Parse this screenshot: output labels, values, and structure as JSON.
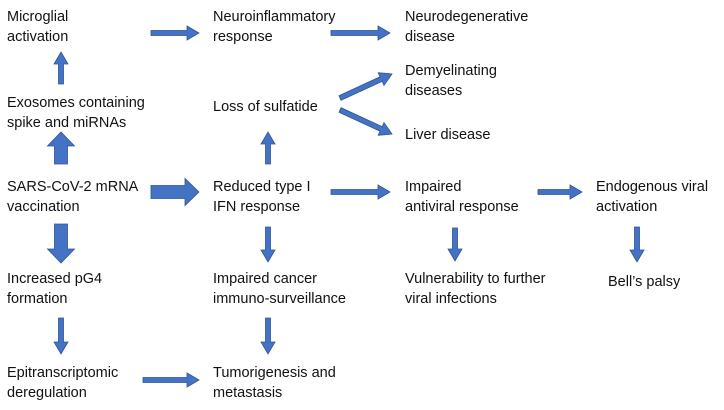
{
  "colors": {
    "arrow": "#4472C4",
    "arrow_outline": "#2F5597",
    "text": "#111111",
    "background": "#FFFFFF"
  },
  "nodes": {
    "microglial_activation": {
      "line1": "Microglial",
      "line2": "activation"
    },
    "neuroinflammatory_response": {
      "line1": "Neuroinflammatory",
      "line2": "response"
    },
    "neurodegenerative_disease": {
      "line1": "Neurodegenerative",
      "line2": "disease"
    },
    "exosomes": {
      "line1": "Exosomes containing",
      "line2": "spike and miRNAs"
    },
    "loss_of_sulfatide": {
      "line1": "Loss of sulfatide"
    },
    "demyelinating_diseases": {
      "line1": "Demyelinating",
      "line2": "diseases"
    },
    "liver_disease": {
      "line1": "Liver disease"
    },
    "vaccination": {
      "line1": "SARS-CoV-2 mRNA",
      "line2": "vaccination"
    },
    "reduced_ifn": {
      "line1": "Reduced type I",
      "line2": "IFN response"
    },
    "impaired_antiviral": {
      "line1": "Impaired",
      "line2": "antiviral response"
    },
    "endogenous_viral": {
      "line1": "Endogenous viral",
      "line2": "activation"
    },
    "increased_pg4": {
      "line1": "Increased pG4",
      "line2": "formation"
    },
    "impaired_cancer": {
      "line1": "Impaired cancer",
      "line2": "immuno-surveillance"
    },
    "vulnerability": {
      "line1": "Vulnerability to further",
      "line2": "viral infections"
    },
    "bells_palsy": {
      "line1": "Bell’s palsy"
    },
    "epitranscriptomic": {
      "line1": "Epitranscriptomic",
      "line2": "deregulation"
    },
    "tumorigenesis": {
      "line1": "Tumorigenesis and",
      "line2": "metastasis"
    }
  },
  "edges": [
    {
      "from": "microglial_activation",
      "to": "neuroinflammatory_response"
    },
    {
      "from": "neuroinflammatory_response",
      "to": "neurodegenerative_disease"
    },
    {
      "from": "exosomes",
      "to": "microglial_activation"
    },
    {
      "from": "vaccination",
      "to": "exosomes"
    },
    {
      "from": "loss_of_sulfatide",
      "to": "demyelinating_diseases"
    },
    {
      "from": "loss_of_sulfatide",
      "to": "liver_disease"
    },
    {
      "from": "reduced_ifn",
      "to": "loss_of_sulfatide"
    },
    {
      "from": "vaccination",
      "to": "reduced_ifn"
    },
    {
      "from": "reduced_ifn",
      "to": "impaired_antiviral"
    },
    {
      "from": "impaired_antiviral",
      "to": "endogenous_viral"
    },
    {
      "from": "vaccination",
      "to": "increased_pg4"
    },
    {
      "from": "reduced_ifn",
      "to": "impaired_cancer"
    },
    {
      "from": "impaired_antiviral",
      "to": "vulnerability"
    },
    {
      "from": "endogenous_viral",
      "to": "bells_palsy"
    },
    {
      "from": "increased_pg4",
      "to": "epitranscriptomic"
    },
    {
      "from": "impaired_cancer",
      "to": "tumorigenesis"
    },
    {
      "from": "epitranscriptomic",
      "to": "tumorigenesis"
    }
  ]
}
